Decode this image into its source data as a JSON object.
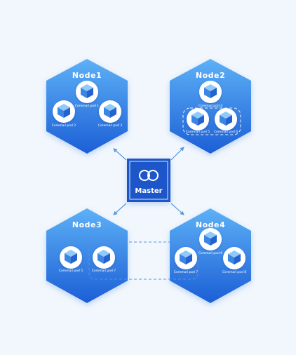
{
  "master": {
    "label": "Master"
  },
  "nodes": [
    {
      "title": "Node1",
      "pods": [
        "Coremail pod 1",
        "Coremail pod 2",
        "Coremail pod 3"
      ]
    },
    {
      "title": "Node2",
      "pods": [
        "Coremail pod 4",
        "Coremail pod 5",
        "Coremail pod 6"
      ]
    },
    {
      "title": "Node3",
      "pods": [
        "Coremail pod 5",
        "Coremail pod 7"
      ]
    },
    {
      "title": "Node4",
      "pods": [
        "Coremail pod 6",
        "Coremail pod 7",
        "Coremail pod 8"
      ]
    }
  ],
  "colors": {
    "hex_top": "#53a6f3",
    "hex_bottom": "#1d61d8",
    "master_bg": "#1a57c8",
    "dash": "#4f95e0",
    "background": "#f2f7fd"
  }
}
